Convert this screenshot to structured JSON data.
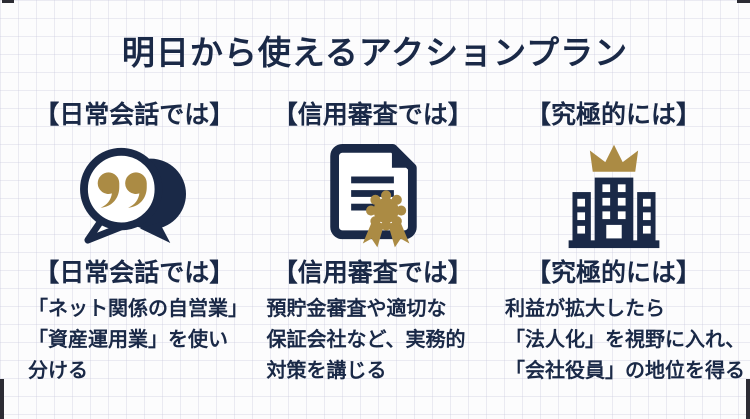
{
  "page": {
    "title": "明日から使えるアクションプラン",
    "colors": {
      "background": "#fcfcfd",
      "grid": "#d9d9e4",
      "navy": "#1a2947",
      "gold": "#ab8b44"
    }
  },
  "columns": [
    {
      "id": "daily-conversation",
      "top_label": "【日常会話では】",
      "icon": "chat-quote-icon",
      "bottom_label": "【日常会話では】",
      "body_lines": [
        "「ネット関係の自営業」",
        "「資産運用業」を使い",
        "分ける"
      ]
    },
    {
      "id": "credit-screening",
      "top_label": "【信用審査では】",
      "icon": "certificate-icon",
      "bottom_label": "【信用審査では】",
      "body_lines": [
        "預貯金審査や適切な",
        "保証会社など、実務的",
        "対策を講じる"
      ]
    },
    {
      "id": "ultimately",
      "top_label": "【究極的には】",
      "icon": "building-crown-icon",
      "bottom_label": "【究極的には】",
      "body_lines": [
        "利益が拡大したら",
        "「法人化」を視野に入れ、",
        "「会社役員」の地位を得る"
      ]
    }
  ]
}
